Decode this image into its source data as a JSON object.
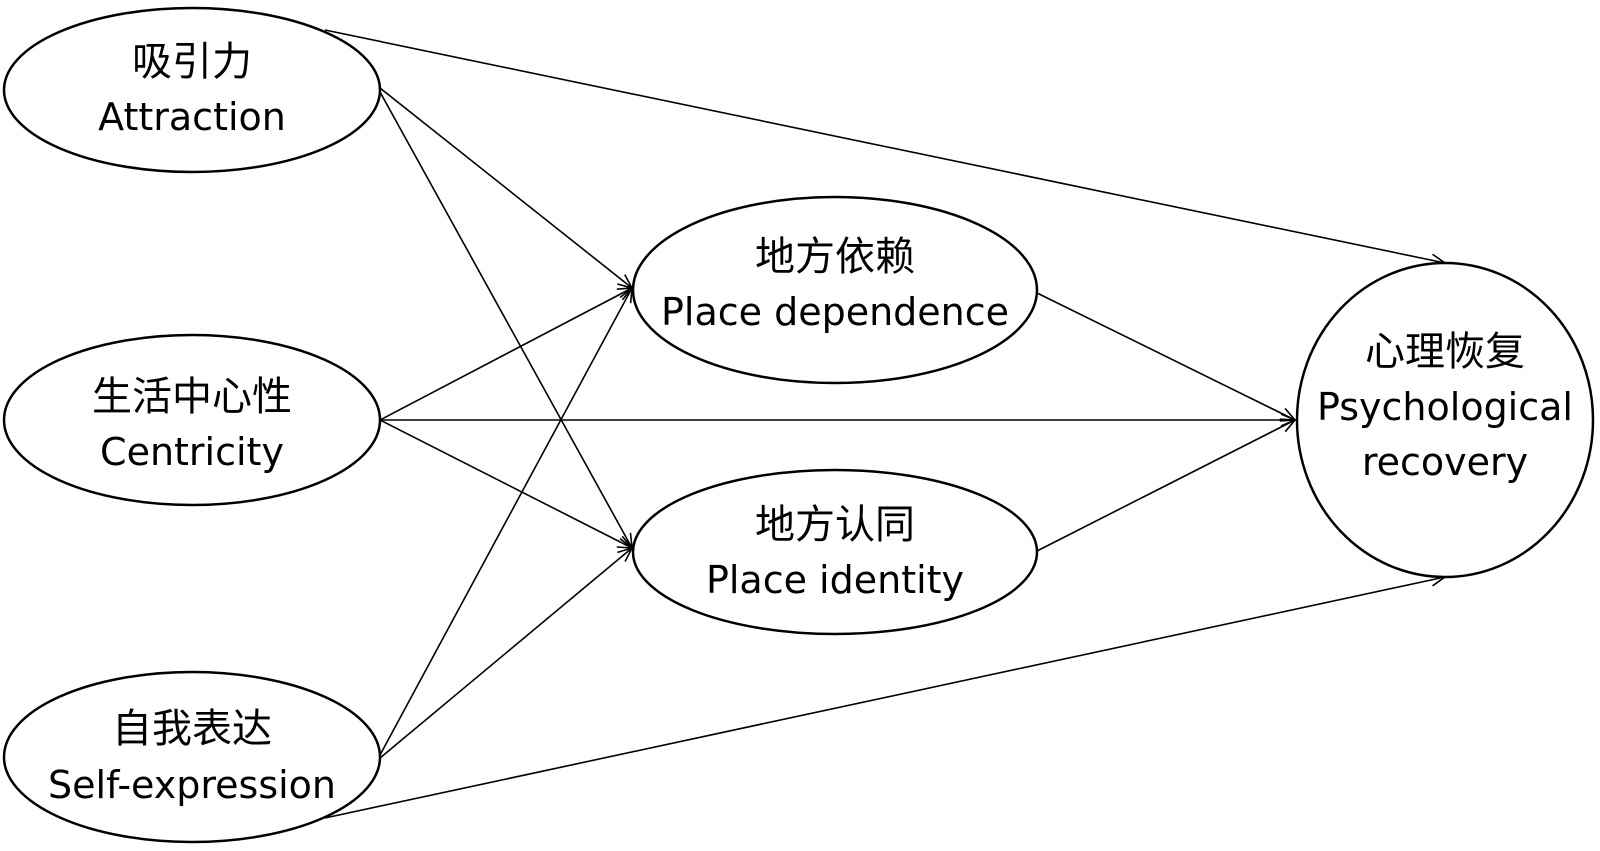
{
  "nodes": {
    "attraction": {
      "zh": "吸引力",
      "en": "Attraction"
    },
    "centricity": {
      "zh": "生活中心性",
      "en": "Centricity"
    },
    "self_expression": {
      "zh": "自我表达",
      "en": "Self-expression"
    },
    "place_dependence": {
      "zh": "地方依赖",
      "en": "Place dependence"
    },
    "place_identity": {
      "zh": "地方认同",
      "en": "Place identity"
    },
    "psychological_recovery": {
      "zh": "心理恢复",
      "en": "Psychological",
      "en2": "recovery"
    }
  },
  "edges": [
    {
      "from": "attraction",
      "to": "psychological_recovery"
    },
    {
      "from": "attraction",
      "to": "place_dependence"
    },
    {
      "from": "attraction",
      "to": "place_identity"
    },
    {
      "from": "centricity",
      "to": "place_dependence"
    },
    {
      "from": "centricity",
      "to": "psychological_recovery"
    },
    {
      "from": "centricity",
      "to": "place_identity"
    },
    {
      "from": "self_expression",
      "to": "place_dependence"
    },
    {
      "from": "self_expression",
      "to": "place_identity"
    },
    {
      "from": "self_expression",
      "to": "psychological_recovery"
    },
    {
      "from": "place_dependence",
      "to": "psychological_recovery"
    },
    {
      "from": "place_identity",
      "to": "psychological_recovery"
    }
  ]
}
